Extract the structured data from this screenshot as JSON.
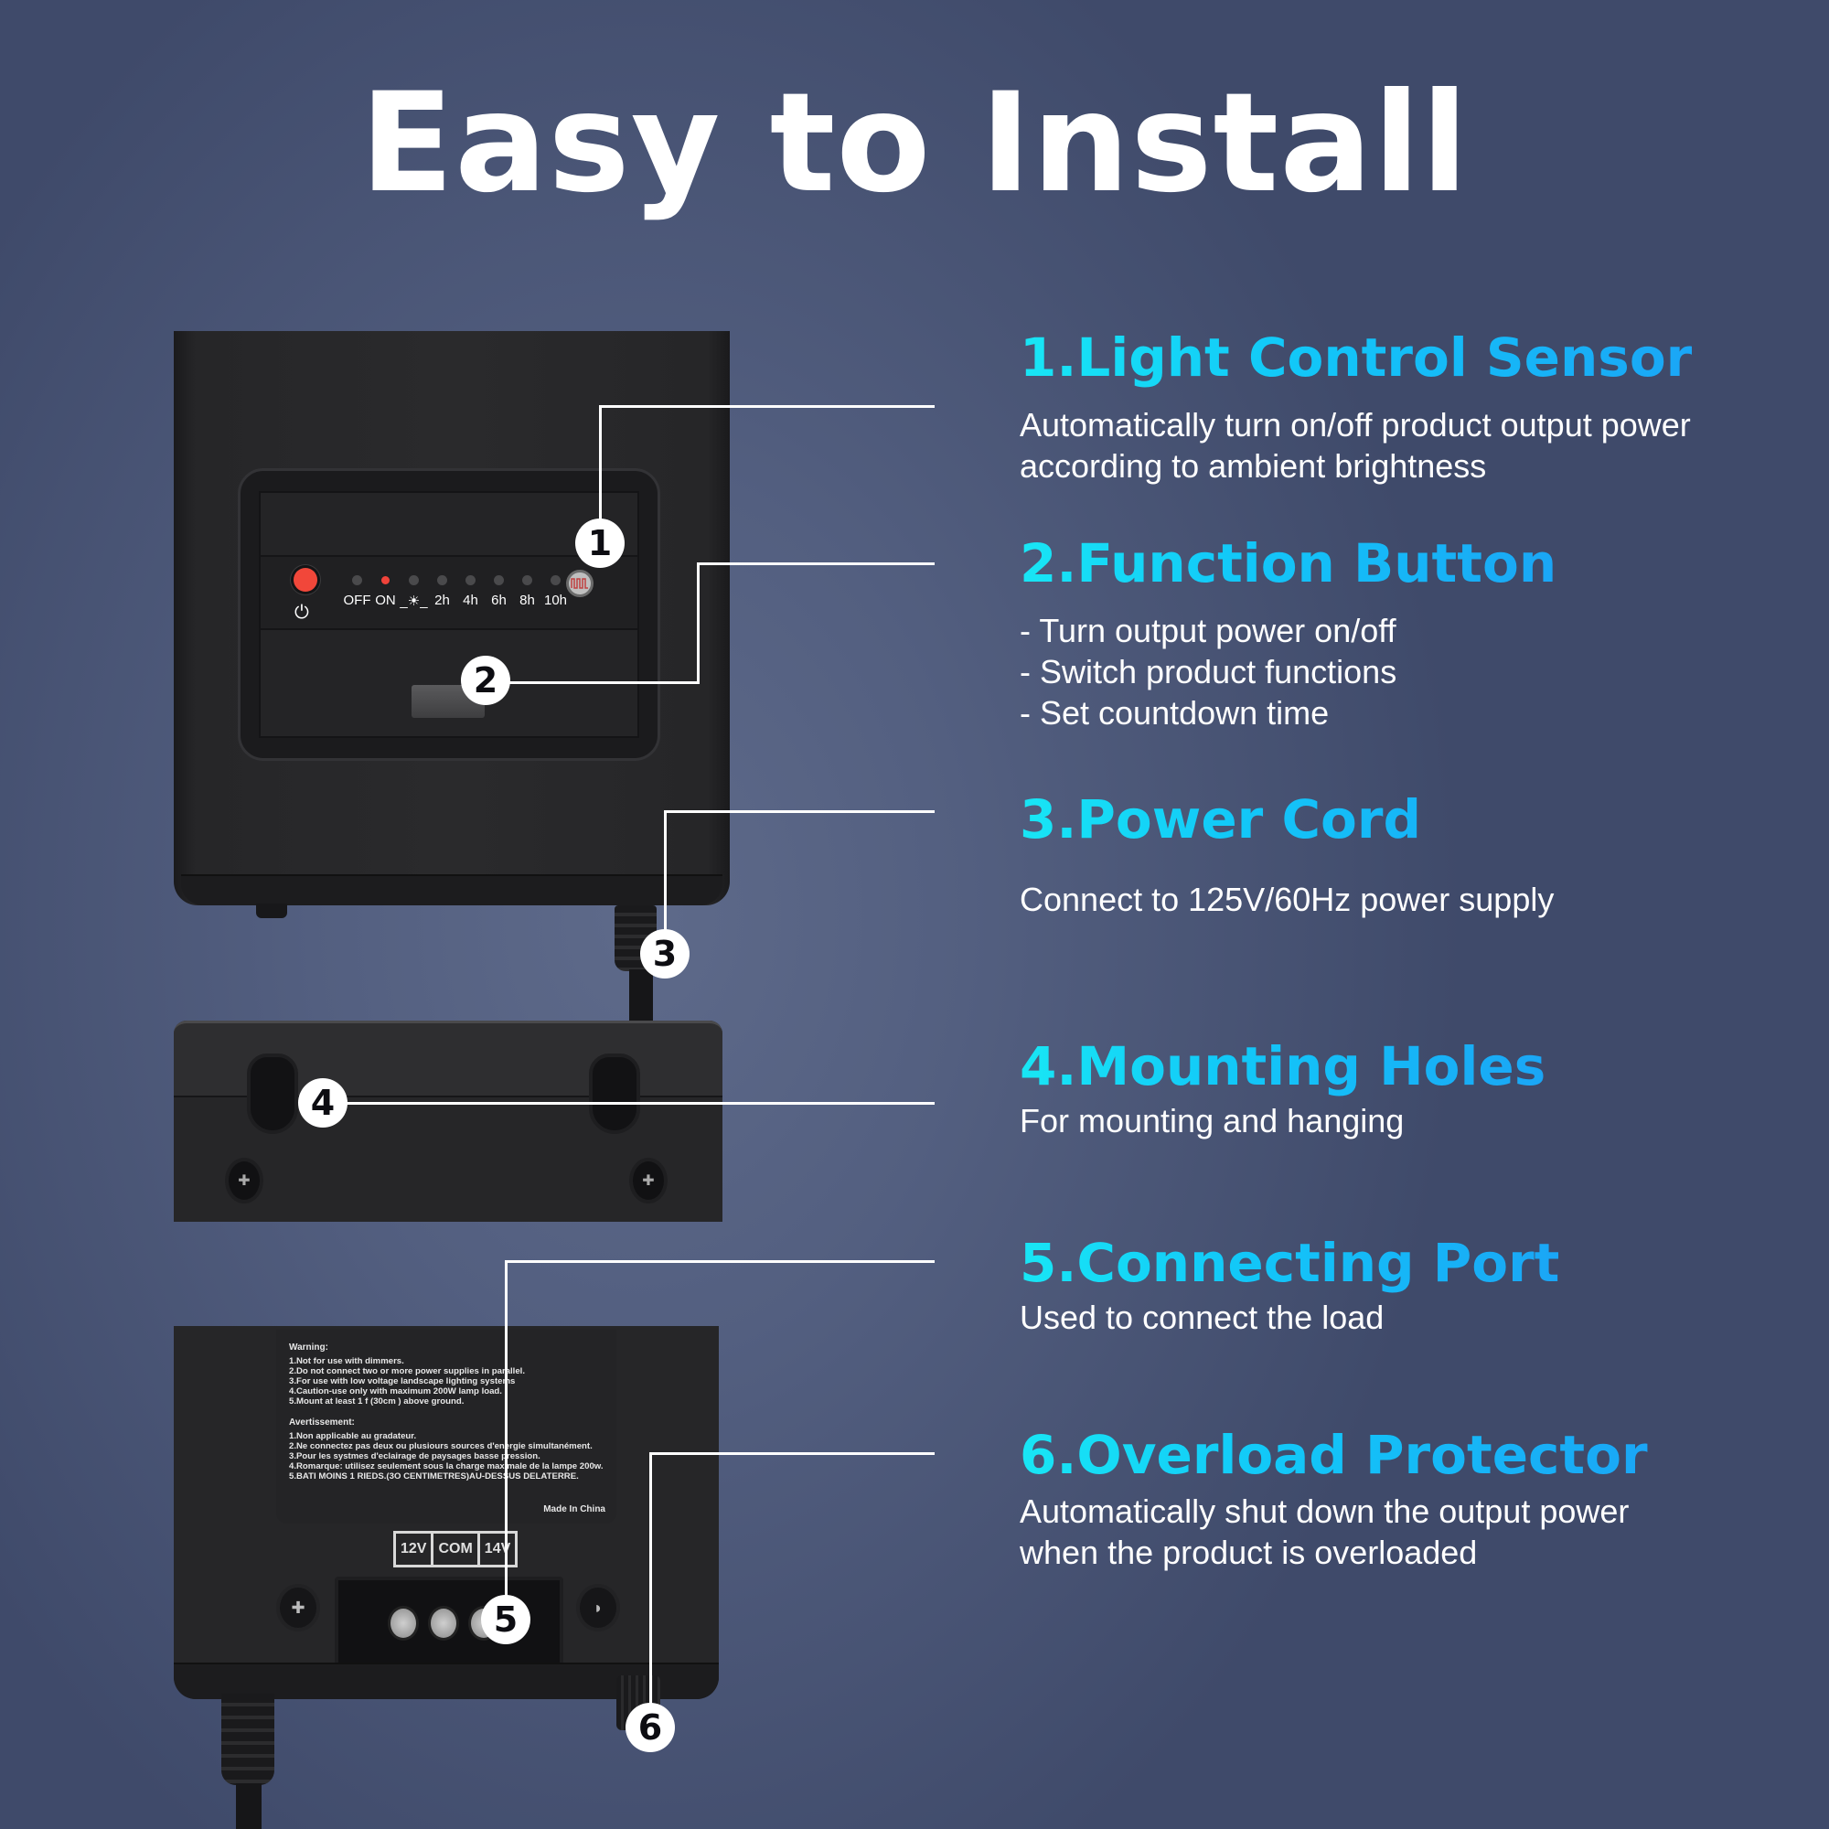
{
  "page": {
    "title": "Easy to Install",
    "background_color": "#4f5b7c",
    "accent_gradient": [
      "#18e6f5",
      "#1aa6f6"
    ]
  },
  "features": [
    {
      "number": "1",
      "title": "1.Light Control Sensor",
      "lines": [
        "Automatically turn on/off product output power",
        "according to ambient brightness"
      ]
    },
    {
      "number": "2",
      "title": "2.Function Button",
      "lines": [
        "- Turn output power on/off",
        "- Switch product functions",
        "- Set countdown time"
      ]
    },
    {
      "number": "3",
      "title": "3.Power Cord",
      "lines": [
        "Connect to 125V/60Hz power supply"
      ]
    },
    {
      "number": "4",
      "title": "4.Mounting Holes",
      "lines": [
        "For mounting and hanging"
      ]
    },
    {
      "number": "5",
      "title": "5.Connecting Port",
      "lines": [
        "Used to connect the load"
      ]
    },
    {
      "number": "6",
      "title": "6.Overload Protector",
      "lines": [
        "Automatically shut down the output power",
        "when the product is overloaded"
      ]
    }
  ],
  "control_panel": {
    "power_icon": "power-icon",
    "sensor_icon": "light-sensor-icon",
    "indicator_labels": [
      "OFF",
      "ON",
      "dusk",
      "2h",
      "4h",
      "6h",
      "8h",
      "10h"
    ],
    "dusk_symbol": "_☀_",
    "active_indicator": "ON",
    "led_color_on": "#f0433a"
  },
  "label_sticker": {
    "warning_title": "Warning:",
    "warning_items": [
      "1.Not for use with dimmers.",
      "2.Do not connect two or more power supplies in parallel.",
      "3.For use with low voltage landscape lighting systems",
      "4.Caution-use only with maximum 200W lamp load.",
      "5.Mount at least 1 f (30cm ) above ground."
    ],
    "french_title": "Avertissement:",
    "french_items": [
      "1.Non applicable au gradateur.",
      "2.Ne connectez pas deux ou plusiours sources d'energie simultanément.",
      "3.Pour les systmes d'eclairage de paysages  basse pression.",
      "4.Romarque: utilisez seulement sous la charge maximale de la lampe 200w.",
      "5.BATI MOINS 1 RIEDS.(3O CENTIMETRES)AU-DESSUS DELATERRE."
    ],
    "made_in": "Made In China"
  },
  "terminals": [
    "12V",
    "COM",
    "14V"
  ]
}
